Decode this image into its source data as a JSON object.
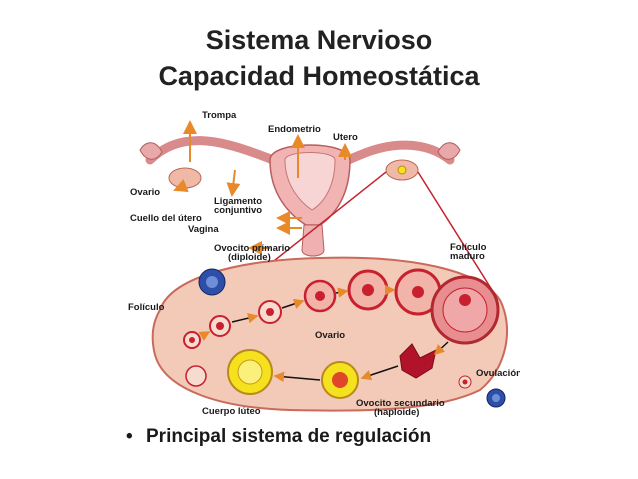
{
  "slide": {
    "title_line1": "Sistema Nervioso",
    "title_line2": "Capacidad Homeostática",
    "bullet_glyph": "•",
    "bullet_text": "Principal sistema de regulación"
  },
  "diagram": {
    "labels": {
      "trompa": "Trompa",
      "endometrio": "Endometrio",
      "utero": "Utero",
      "ovario_top": "Ovario",
      "ligamento_1": "Ligamento",
      "ligamento_2": "conjuntivo",
      "cuello": "Cuello del útero",
      "vagina": "Vagina",
      "ovocito_primario_1": "Ovocito primario",
      "ovocito_primario_2": "(diploide)",
      "foliculo_maduro_1": "Folículo",
      "foliculo_maduro_2": "maduro",
      "foliculo": "Folículo",
      "ovario_center": "Ovario",
      "ovulacion": "Ovulación",
      "ovocito_secundario_1": "Ovocito secundario",
      "ovocito_secundario_2": "(haploide)",
      "cuerpo_luteo": "Cuerpo lúteo"
    },
    "colors": {
      "arrow": "#e8892a",
      "ovary_fill": "#f3c9b8",
      "ovary_edge": "#c96a5a",
      "follicle": "#c8202e",
      "luteum": "#f5e11e",
      "guide_line": "#c8202e",
      "cell_blue": "#2e4fa8"
    }
  }
}
